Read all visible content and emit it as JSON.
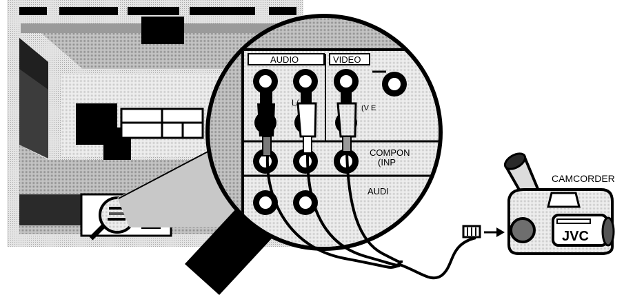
{
  "panel_labels": {
    "audio": "AUDIO",
    "video": "VIDEO",
    "component": "COMPON",
    "component_sub": "(INP",
    "audio_lower": "AUDI",
    "input_fragment": "L/",
    "video_socket_fragment": "(V E"
  },
  "camcorder": {
    "label": "CAMCORDER",
    "brand": "JVC"
  },
  "colors": {
    "outline": "#000000",
    "tv_light": "#dcdcdc",
    "tv_mid": "#b4b4b4",
    "tv_dark": "#7a7a7a",
    "cam_body": "#e2e2e2",
    "white": "#ffffff"
  }
}
